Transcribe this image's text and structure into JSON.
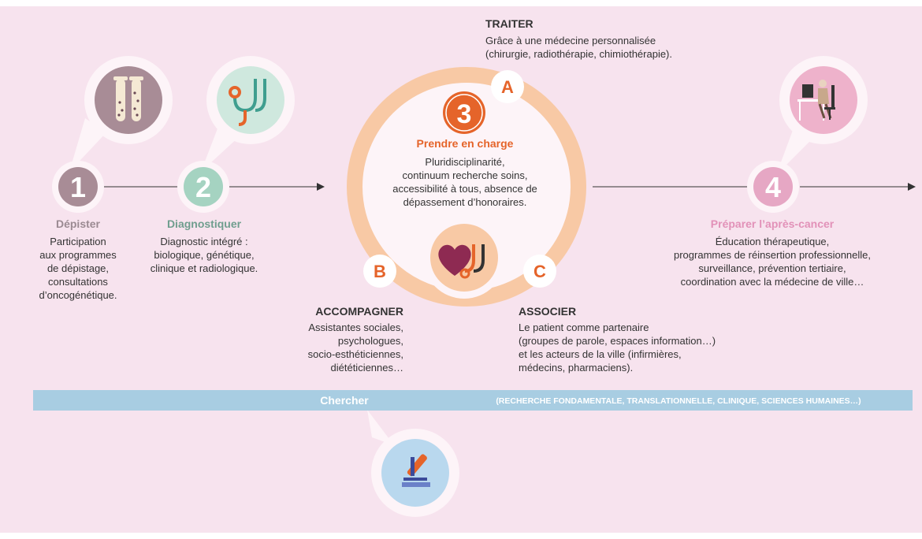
{
  "colors": {
    "background": "#f7e3ee",
    "halo": "#fdf4f8",
    "step1": "#aa8c97",
    "step2": "#a5d3c1",
    "step3": "#e5642a",
    "step4": "#e6a7c4",
    "ring": "#f8c9a5",
    "research_bar": "#a8cde2",
    "label_gray": "#9b8a92",
    "label_teal": "#6f9e8e",
    "label_orange": "#e5642a",
    "label_pink": "#e291b8",
    "heading_dark": "#333333"
  },
  "icons": {
    "step1": "test-tubes-icon",
    "step2": "stethoscope-icon",
    "step3": "heart-stethoscope-icon",
    "step4": "patient-at-desk-icon",
    "research": "microscope-icon"
  },
  "steps": [
    {
      "number": "1",
      "title": "Dépister",
      "description": [
        "Participation",
        "aux programmes",
        "de dépistage,",
        "consultations",
        "d’oncogénétique."
      ]
    },
    {
      "number": "2",
      "title": "Diagnostiquer",
      "description": [
        "Diagnostic intégré :",
        "biologique, génétique,",
        "clinique et radiologique."
      ]
    },
    {
      "number": "3",
      "title": "Prendre en charge",
      "description": [
        "Pluridisciplinarité,",
        "continuum recherche soins,",
        "accessibilité à tous, absence de",
        "dépassement d’honoraires."
      ]
    },
    {
      "number": "4",
      "title": "Préparer l’après-cancer",
      "description": [
        "Éducation thérapeutique,",
        "programmes de réinsertion professionnelle,",
        "surveillance, prévention tertiaire,",
        "coordination avec la médecine de ville…"
      ]
    }
  ],
  "substeps": [
    {
      "letter": "A",
      "title": "TRAITER",
      "description": [
        "Grâce à une médecine personnalisée",
        "(chirurgie, radiothérapie, chimiothérapie)."
      ]
    },
    {
      "letter": "B",
      "title": "ACCOMPAGNER",
      "description": [
        "Assistantes sociales,",
        "psychologues,",
        "socio-esthéticiennes,",
        "diététiciennes…"
      ]
    },
    {
      "letter": "C",
      "title": "ASSOCIER",
      "description": [
        "Le patient comme partenaire",
        "(groupes de parole, espaces information…)",
        "et les acteurs de la ville (infirmières,",
        "médecins, pharmaciens)."
      ]
    }
  ],
  "research": {
    "label": "Chercher",
    "detail": "(RECHERCHE FONDAMENTALE, TRANSLATIONNELLE, CLINIQUE, SCIENCES HUMAINES…)"
  }
}
